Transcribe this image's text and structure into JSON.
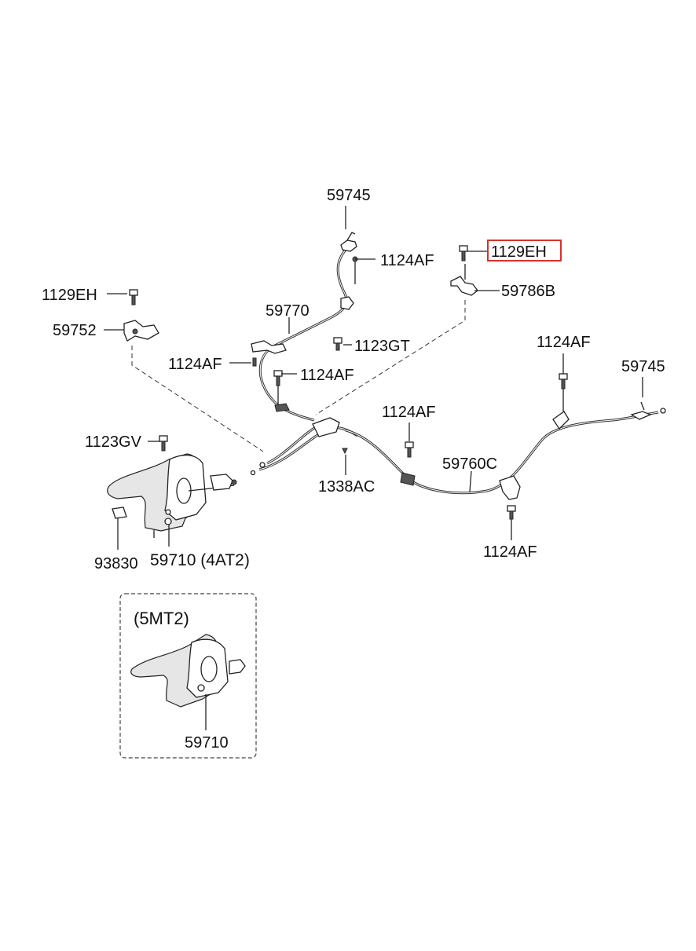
{
  "labels": {
    "p59745_top": "59745",
    "p1124AF_top": "1124AF",
    "p1129EH_highlight": "1129EH",
    "p59786B": "59786B",
    "p1129EH_left": "1129EH",
    "p59752": "59752",
    "p59770": "59770",
    "p1123GT": "1123GT",
    "p1124AF_mid_left": "1124AF",
    "p1124AF_mid": "1124AF",
    "p1124AF_right_top": "1124AF",
    "p59745_right": "59745",
    "p1124AF_center": "1124AF",
    "p1123GV": "1123GV",
    "p59760C": "59760C",
    "p1338AC": "1338AC",
    "p1124AF_bottom": "1124AF",
    "p93830": "93830",
    "p59710_4at2": "59710 (4AT2)",
    "inset_title": "(5MT2)",
    "p59710_5mt2": "59710"
  },
  "colors": {
    "highlight": "#d8312a",
    "ink": "#222222"
  }
}
